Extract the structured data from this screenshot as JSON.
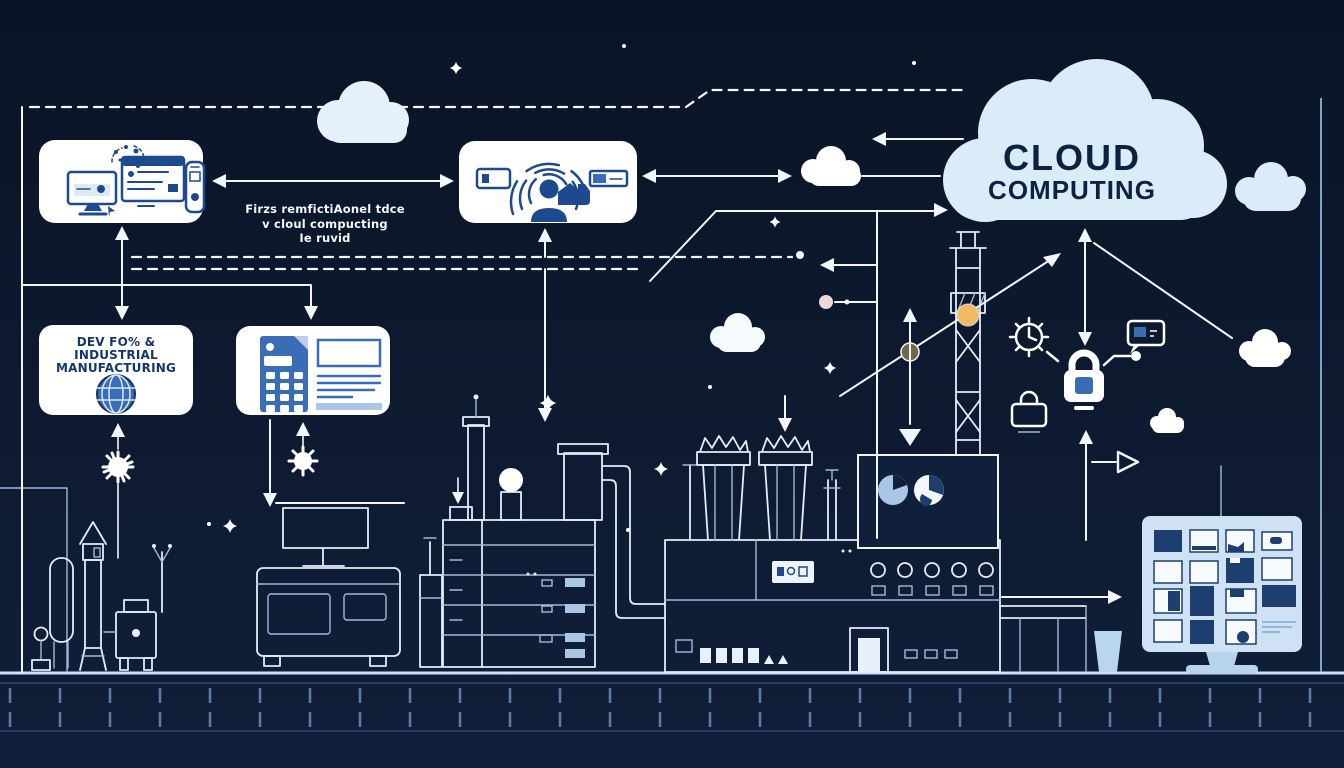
{
  "cloud_label": {
    "line1": "CLOUD",
    "line2": "COMPUTING"
  },
  "caption": {
    "line1": "Firzs remfictiAonel tdce",
    "line2": "v cloul compucting",
    "line3": "Ie ruvid"
  },
  "manufacturing_card": {
    "line1": "DEV FO% &",
    "line2": "INDUSTRIAL",
    "line3": "MANUFACTURING"
  },
  "icons": [
    "cloud-icon",
    "monitor-icon",
    "document-icon",
    "smartphone-icon",
    "network-dots-icon",
    "wifi-arcs-icon",
    "person-icon",
    "globe-icon",
    "calculator-icon",
    "text-lines-icon",
    "padlock-icon",
    "clock-icon",
    "chat-icon",
    "briefcase-icon",
    "pie-chart-icon",
    "sun-burst-icon",
    "sparkle-icon",
    "transmission-tower",
    "factory-skyline",
    "dashboard-monitor"
  ],
  "colors": {
    "bg_top": "#0a1426",
    "bg_bottom": "#101f3a",
    "line": "#f2f6fb",
    "factory_line": "#e4edf8",
    "factory_dim": "#9fbad9",
    "cloud_fill": "#d9ecf8",
    "cloud_soft": "#e6f0fa",
    "cloud_white": "#ffffff",
    "card": "#ffffff",
    "icon_navy": "#1d4a8f",
    "icon_blue": "#3a6db5",
    "icon_light": "#aac6e6",
    "text_navy": "#0d2240",
    "caption": "#f5f8fd",
    "accent_orange": "#f0bb63",
    "accent_olive": "#6f6749",
    "accent_pink": "#ecd9d6",
    "ground": "#cfe3f5",
    "tick": "#5d7ca6",
    "screen_fill": "#cfe2f4",
    "screen_dark": "#1d3f70"
  }
}
